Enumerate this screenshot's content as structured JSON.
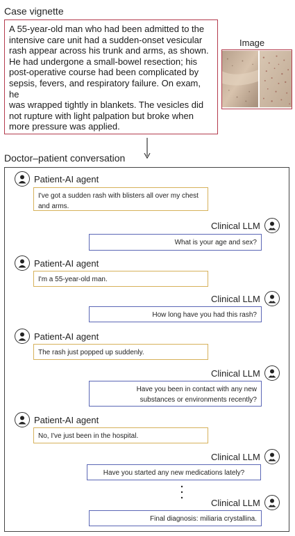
{
  "vignette": {
    "title": "Case vignette",
    "lines": [
      "A 55-year-old man who had been admitted to the",
      "intensive care unit had a sudden-onset vesicular",
      "rash appear across his trunk and arms, as shown.",
      "He had undergone a small-bowel resection; his",
      "post-operative course had been complicated by",
      "sepsis, fevers, and respiratory failure. On exam, he",
      "was wrapped tightly in blankets. The vesicles did",
      "not rupture with light palpation but broke when",
      "more pressure was applied."
    ]
  },
  "image_label": "Image",
  "conversation": {
    "title": "Doctor–patient conversation",
    "patient_name": "Patient-AI agent",
    "llm_name": "Clinical LLM",
    "turns": [
      {
        "speaker": "patient",
        "text": "I've got a sudden rash with blisters all over my chest and arms."
      },
      {
        "speaker": "llm",
        "text": "What is your age and sex?"
      },
      {
        "speaker": "patient",
        "text": "I'm a 55-year-old man."
      },
      {
        "speaker": "llm",
        "text": "How long have you had this rash?"
      },
      {
        "speaker": "patient",
        "text": "The rash just popped up suddenly."
      },
      {
        "speaker": "llm",
        "text": "Have you been in contact with any new substances or environments recently?"
      },
      {
        "speaker": "patient",
        "text": "No, I've just been in the hospital."
      },
      {
        "speaker": "llm",
        "text": "Have you started any new medications lately?"
      },
      {
        "speaker": "llm",
        "text": "Final diagnosis: miliaria crystallina."
      }
    ]
  },
  "colors": {
    "vignette_border": "#b33a4c",
    "patient_border": "#d6b15a",
    "llm_border": "#5a66b5"
  },
  "icons": {
    "patient_avatar": "person-icon",
    "llm_avatar": "doctor-icon",
    "flow_arrow": "arrow-down-icon"
  }
}
